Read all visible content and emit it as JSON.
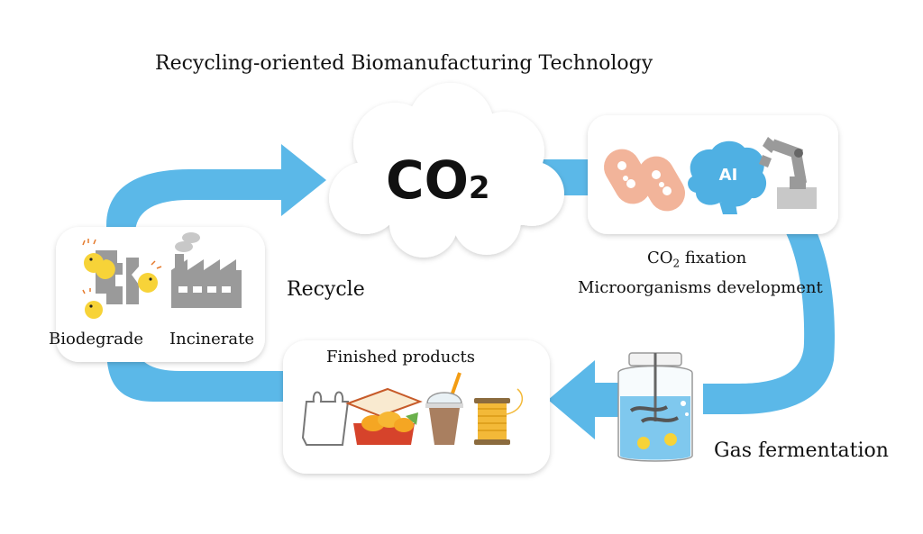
{
  "title": "Recycling-oriented Biomanufacturing Technology",
  "cloud": {
    "co2_main": "CO",
    "co2_sub": "2"
  },
  "recycle_label": "Recycle",
  "waste_panel": {
    "biodegrade": "Biodegrade",
    "incinerate": "Incinerate"
  },
  "products_panel": {
    "heading": "Finished products"
  },
  "fixation_panel": {
    "co2_fixation_prefix": "CO",
    "co2_fixation_sub": "2",
    "co2_fixation_suffix": " fixation",
    "microorganisms": "Microorganisms development",
    "ai_badge": "AI"
  },
  "fermentation_label": "Gas fermentation",
  "colors": {
    "arrow": "#5bb8e8",
    "panel_shadow": "#d9d9d9",
    "bacteria": "#f2b49a",
    "pacman": "#f7d338",
    "factory": "#9a9a9a",
    "brain": "#4fb0e3"
  },
  "icons": [
    "pacman-icon",
    "factory-icon",
    "bacteria-icon",
    "ai-brain-icon",
    "robot-arm-icon",
    "plastic-bag-icon",
    "lunch-box-icon",
    "drink-cup-icon",
    "thread-spool-icon",
    "fermenter-tank-icon"
  ]
}
